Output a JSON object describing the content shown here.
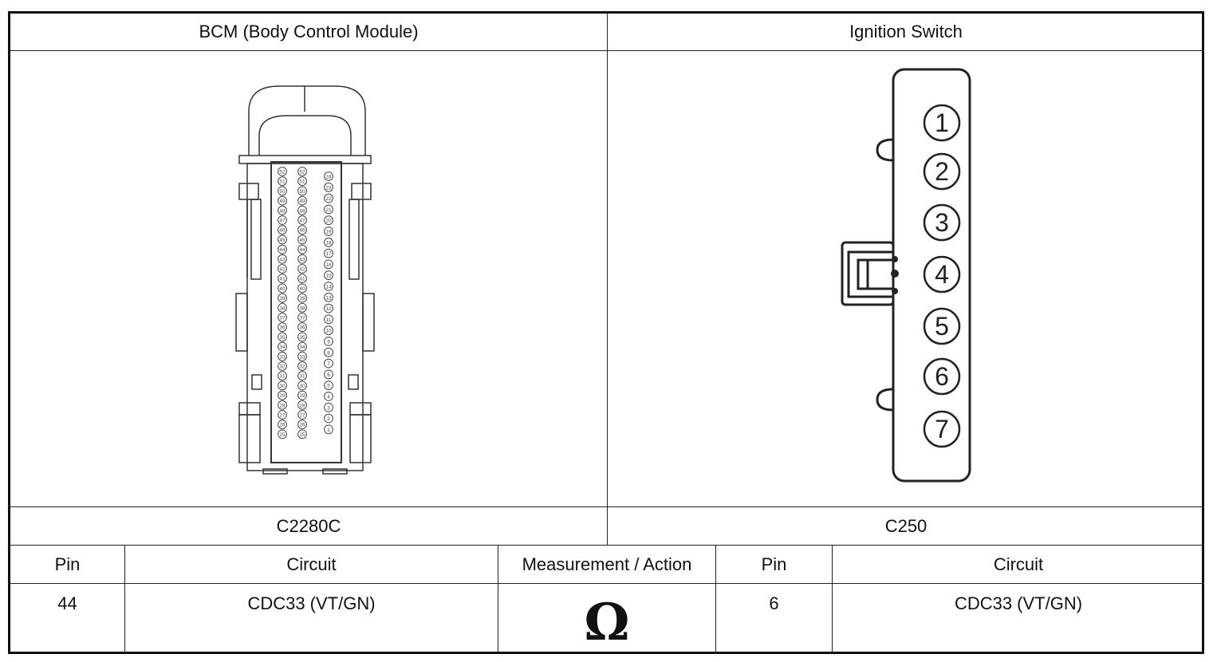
{
  "connectors": [
    {
      "title": "BCM (Body Control Module)",
      "connector_id": "C2280C",
      "pins": {
        "left_column": [
          "52",
          "51",
          "50",
          "49",
          "48",
          "47",
          "46",
          "45",
          "44",
          "43",
          "42",
          "41",
          "40",
          "39",
          "38",
          "37",
          "36",
          "35",
          "34",
          "33",
          "32",
          "31",
          "30",
          "29",
          "28",
          "27",
          "26",
          "25"
        ],
        "middle_column": [
          "52",
          "51",
          "50",
          "49",
          "48",
          "47",
          "46",
          "45",
          "44",
          "43",
          "42",
          "41",
          "40",
          "39",
          "38",
          "37",
          "36",
          "35",
          "34",
          "33",
          "32",
          "31",
          "30",
          "29",
          "28",
          "27",
          "26",
          "25"
        ],
        "right_column": [
          "24",
          "23",
          "22",
          "21",
          "20",
          "19",
          "18",
          "17",
          "16",
          "15",
          "14",
          "13",
          "12",
          "11",
          "10",
          "9",
          "8",
          "7",
          "6",
          "5",
          "4",
          "3",
          "2",
          "1"
        ]
      }
    },
    {
      "title": "Ignition Switch",
      "connector_id": "C250",
      "pins": [
        "1",
        "2",
        "3",
        "4",
        "5",
        "6",
        "7"
      ]
    }
  ],
  "table": {
    "headers": [
      "Pin",
      "Circuit",
      "Measurement / Action",
      "Pin",
      "Circuit"
    ],
    "row": {
      "pin_a": "44",
      "circuit_a": "CDC33 (VT/GN)",
      "action": "Ω",
      "pin_b": "6",
      "circuit_b": "CDC33 (VT/GN)"
    }
  }
}
